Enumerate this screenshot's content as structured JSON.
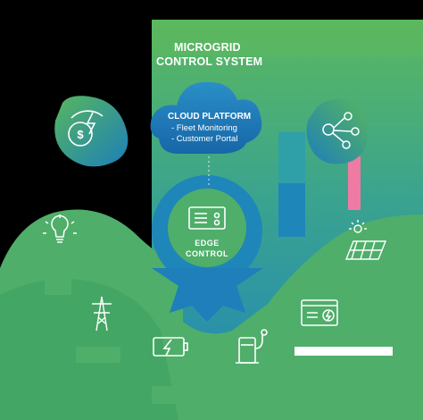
{
  "title": {
    "line1": "MICROGRID",
    "line2": "CONTROL SYSTEM"
  },
  "cloud": {
    "heading": "CLOUD PLATFORM",
    "items": [
      "- Fleet Monitoring",
      "- Customer Portal"
    ]
  },
  "edge": {
    "line1": "EDGE",
    "line2": "CONTROL"
  },
  "icons": {
    "energy_price": "dollar-bolt-icon",
    "network": "network-hub-icon",
    "load": "lightbulb-icon",
    "grid": "transmission-tower-icon",
    "storage": "battery-bolt-icon",
    "ev": "ev-charger-icon",
    "generator": "generator-icon",
    "solar": "solar-panel-icon"
  },
  "colors": {
    "green": "#4cae6e",
    "teal": "#2fa0a8",
    "blue": "#1b72b4",
    "pink": "#ef7aa3",
    "white": "#ffffff"
  }
}
